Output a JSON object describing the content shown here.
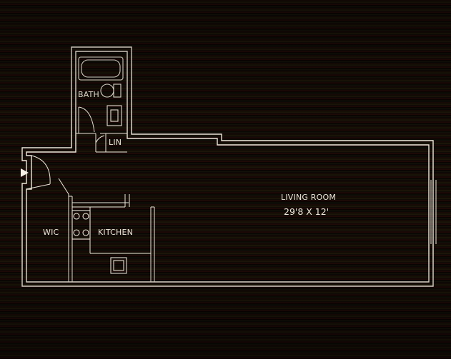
{
  "rooms": {
    "bath": "BATH",
    "linen": "LIN",
    "wic": "WIC",
    "kitchen": "KITCHEN",
    "living_room": "LIVING ROOM",
    "living_room_dimensions": "29'8 X 12'"
  },
  "colors": {
    "line": "#efe8dc",
    "background": "#050302"
  },
  "icons": {
    "entry": "entry-arrow-icon"
  }
}
